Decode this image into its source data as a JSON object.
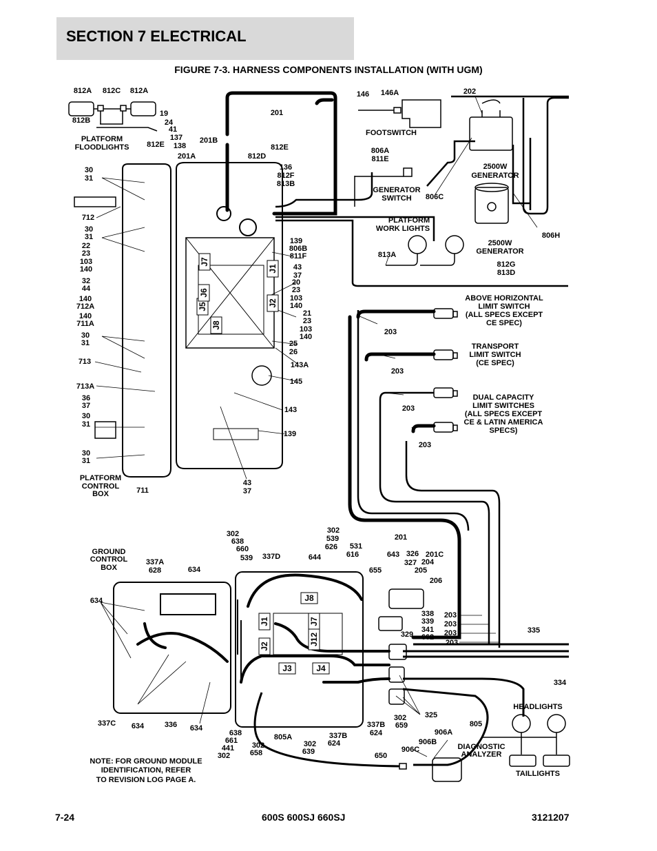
{
  "header": {
    "section": "SECTION 7   ELECTRICAL",
    "figure_title": "FIGURE 7-3. HARNESS COMPONENTS INSTALLATION (WITH UGM)"
  },
  "footer": {
    "page_number": "7-24",
    "models": "600S 600SJ 660SJ",
    "doc_number": "3121207"
  },
  "colors": {
    "band": "#d9d9d9",
    "ink": "#000000"
  },
  "labels": [
    [
      "812A",
      "812C",
      "812A"
    ],
    [
      "812B"
    ],
    [
      "19",
      "24",
      "41",
      "137",
      "138"
    ],
    [
      "PLATFORM",
      "FLOODLIGHTS"
    ],
    [
      "812E"
    ],
    [
      "201B"
    ],
    [
      "201A"
    ],
    [
      "201"
    ],
    [
      "812E"
    ],
    [
      "812D"
    ],
    [
      "146"
    ],
    [
      "146A"
    ],
    [
      "FOOTSWITCH"
    ],
    [
      "202"
    ],
    [
      "806A",
      "811E"
    ],
    [
      "GENERATOR",
      "SWITCH"
    ],
    [
      "2500W",
      "GENERATOR"
    ],
    [
      "806C"
    ],
    [
      "136",
      "812F",
      "813B"
    ],
    [
      "PLATFORM",
      "WORK LIGHTS"
    ],
    [
      "2500W",
      "GENERATOR"
    ],
    [
      "806H"
    ],
    [
      "139",
      "806B",
      "811F"
    ],
    [
      "813A"
    ],
    [
      "812G",
      "813D"
    ],
    [
      "43",
      "37"
    ],
    [
      "20",
      "23",
      "103",
      "140"
    ],
    [
      "21",
      "23",
      "103",
      "140"
    ],
    [
      "25",
      "26"
    ],
    [
      "143A"
    ],
    [
      "145"
    ],
    [
      "143"
    ],
    [
      "139"
    ],
    [
      "43",
      "37"
    ],
    [
      "30",
      "31"
    ],
    [
      "712"
    ],
    [
      "30",
      "31"
    ],
    [
      "22",
      "23",
      "103",
      "140"
    ],
    [
      "32",
      "44"
    ],
    [
      "140",
      "712A"
    ],
    [
      "140",
      "711A"
    ],
    [
      "30",
      "31"
    ],
    [
      "713"
    ],
    [
      "713A"
    ],
    [
      "36",
      "37"
    ],
    [
      "30",
      "31"
    ],
    [
      "30",
      "31"
    ],
    [
      "PLATFORM",
      "CONTROL",
      "BOX"
    ],
    [
      "711"
    ],
    [
      "ABOVE HORIZONTAL",
      "LIMIT SWITCH",
      "(ALL SPECS EXCEPT",
      "CE SPEC)"
    ],
    [
      "203"
    ],
    [
      "TRANSPORT",
      "LIMIT SWITCH",
      "(CE SPEC)"
    ],
    [
      "203"
    ],
    [
      "DUAL CAPACITY",
      "LIMIT SWITCHES",
      "(ALL SPECS EXCEPT",
      "CE & LATIN AMERICA",
      "SPECS)"
    ],
    [
      "203"
    ],
    [
      "203"
    ],
    [
      "201"
    ],
    [
      "GROUND",
      "CONTROL",
      "BOX"
    ],
    [
      "337A",
      "628"
    ],
    [
      "634"
    ],
    [
      "634"
    ],
    [
      "302",
      "638",
      "660",
      "539"
    ],
    [
      "337D"
    ],
    [
      "302",
      "539",
      "626"
    ],
    [
      "644"
    ],
    [
      "531",
      "616"
    ],
    [
      "655"
    ],
    [
      "643"
    ],
    [
      "326",
      "327"
    ],
    [
      "201C",
      "204",
      "205"
    ],
    [
      "206"
    ],
    [
      "338",
      "339",
      "341",
      "662"
    ],
    [
      "329"
    ],
    [
      "203"
    ],
    [
      "203"
    ],
    [
      "203"
    ],
    [
      "203"
    ],
    [
      "335"
    ],
    [
      "334"
    ],
    [
      "337C"
    ],
    [
      "634"
    ],
    [
      "336"
    ],
    [
      "634"
    ],
    [
      "638",
      "661",
      "441",
      "302"
    ],
    [
      "302",
      "658"
    ],
    [
      "805A"
    ],
    [
      "302",
      "639"
    ],
    [
      "337B",
      "624"
    ],
    [
      "337B",
      "624"
    ],
    [
      "302",
      "659"
    ],
    [
      "325"
    ],
    [
      "805"
    ],
    [
      "HEADLIGHTS"
    ],
    [
      "906A"
    ],
    [
      "906B"
    ],
    [
      "906C"
    ],
    [
      "650"
    ],
    [
      "DIAGNOSTIC",
      "ANALYZER"
    ],
    [
      "TAILLIGHTS"
    ],
    [
      "NOTE: FOR GROUND MODULE",
      "IDENTIFICATION, REFER",
      "TO REVISION LOG PAGE A."
    ]
  ],
  "connectors": [
    "J7",
    "J1",
    "J5",
    "J6",
    "J2",
    "J8",
    "J8",
    "J1",
    "J7",
    "J2",
    "J12",
    "J3",
    "J4"
  ]
}
